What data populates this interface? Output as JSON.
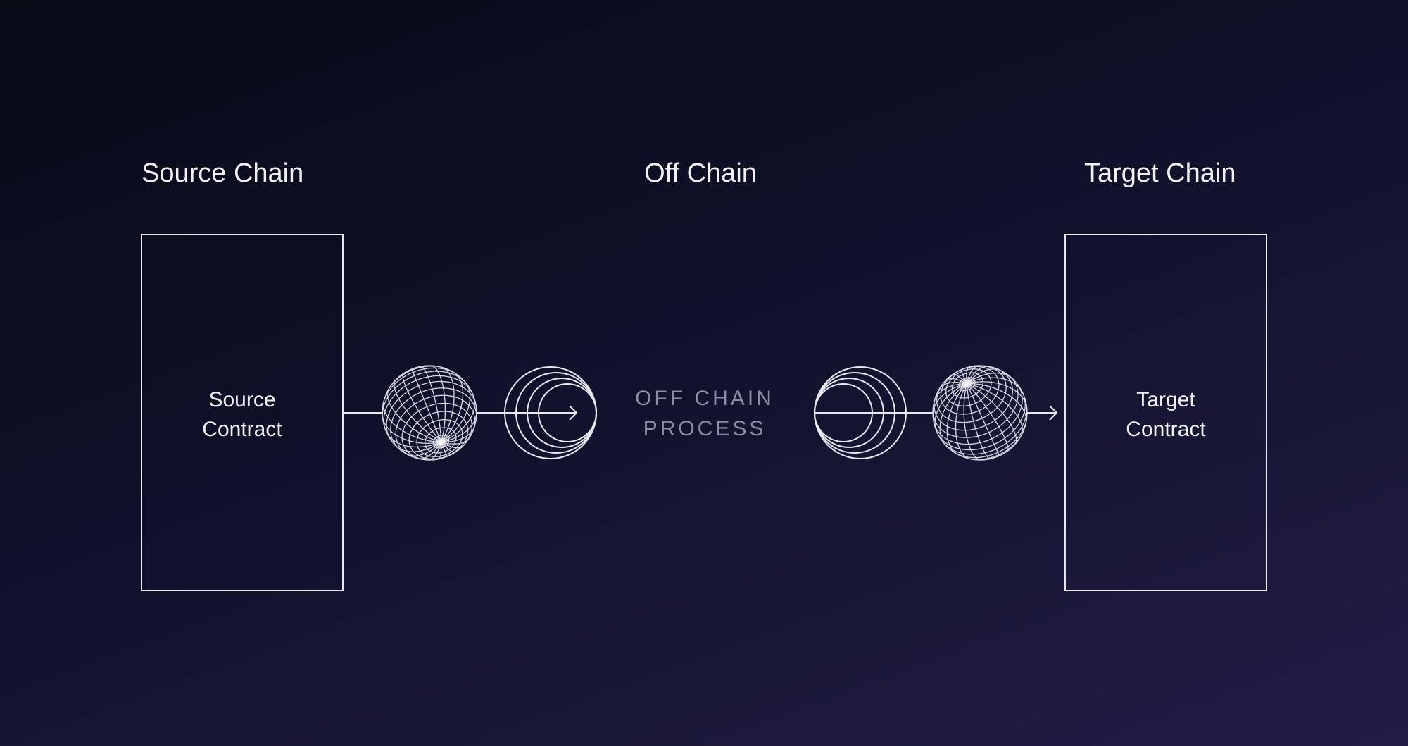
{
  "columns": {
    "source": {
      "title": "Source Chain",
      "box_line1": "Source",
      "box_line2": "Contract"
    },
    "off": {
      "title": "Off Chain",
      "process_line1": "OFF CHAIN",
      "process_line2": "PROCESS"
    },
    "target": {
      "title": "Target Chain",
      "box_line1": "Target",
      "box_line2": "Contract"
    }
  }
}
